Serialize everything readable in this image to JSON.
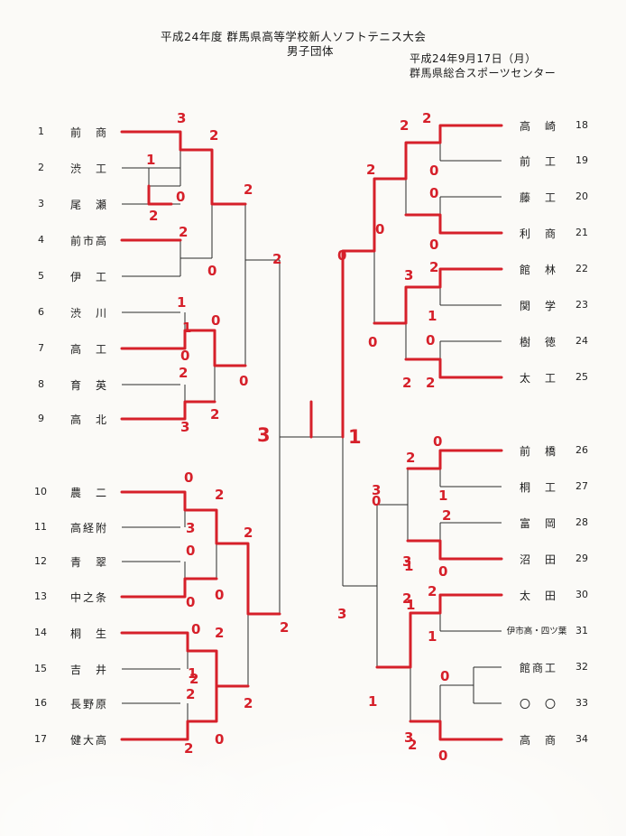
{
  "header": {
    "title_line1": "平成24年度 群馬県高等学校新人ソフトテニス大会",
    "title_line2": "男子団体",
    "date": "平成24年9月17日（月）",
    "venue": "群馬県総合スポーツセンター"
  },
  "teams_left": [
    {
      "no": "1",
      "name": "前　商"
    },
    {
      "no": "2",
      "name": "渋　工"
    },
    {
      "no": "3",
      "name": "尾　瀬"
    },
    {
      "no": "4",
      "name": "前市高"
    },
    {
      "no": "5",
      "name": "伊　工"
    },
    {
      "no": "6",
      "name": "渋　川"
    },
    {
      "no": "7",
      "name": "高　工"
    },
    {
      "no": "8",
      "name": "育　英"
    },
    {
      "no": "9",
      "name": "高　北"
    },
    {
      "no": "10",
      "name": "農　二"
    },
    {
      "no": "11",
      "name": "高経附"
    },
    {
      "no": "12",
      "name": "青　翠"
    },
    {
      "no": "13",
      "name": "中之条"
    },
    {
      "no": "14",
      "name": "桐　生"
    },
    {
      "no": "15",
      "name": "吉　井"
    },
    {
      "no": "16",
      "name": "長野原"
    },
    {
      "no": "17",
      "name": "健大高"
    }
  ],
  "teams_right": [
    {
      "no": "18",
      "name": "高　崎"
    },
    {
      "no": "19",
      "name": "前　工"
    },
    {
      "no": "20",
      "name": "藤　工"
    },
    {
      "no": "21",
      "name": "利　商"
    },
    {
      "no": "22",
      "name": "館　林"
    },
    {
      "no": "23",
      "name": "関　学"
    },
    {
      "no": "24",
      "name": "樹　徳"
    },
    {
      "no": "25",
      "name": "太　工"
    },
    {
      "no": "26",
      "name": "前　橋"
    },
    {
      "no": "27",
      "name": "桐　工"
    },
    {
      "no": "28",
      "name": "富　岡"
    },
    {
      "no": "29",
      "name": "沼　田"
    },
    {
      "no": "30",
      "name": "太　田"
    },
    {
      "no": "31",
      "name": "伊市高・四ツ葉"
    },
    {
      "no": "32",
      "name": "館商工"
    },
    {
      "no": "33",
      "name": "〇　〇"
    },
    {
      "no": "34",
      "name": "高　商"
    }
  ],
  "scores": [
    "3",
    "2",
    "2",
    "1",
    "0",
    "2",
    "2",
    "0",
    "2",
    "1",
    "0",
    "0",
    "2",
    "0",
    "3",
    "1",
    "2",
    "3",
    "2",
    "2",
    "2",
    "0",
    "0",
    "0",
    "0",
    "0",
    "3",
    "2",
    "1",
    "0",
    "0",
    "2",
    "2",
    "1",
    "0",
    "2",
    "3",
    "1",
    "2",
    "3",
    "0",
    "2",
    "2",
    "3",
    "1",
    "0",
    "1",
    "3",
    "0",
    "0",
    "2",
    "3",
    "2",
    "0",
    "0",
    "0",
    "0",
    "2",
    "1",
    "2",
    "2",
    "2",
    "0",
    "2",
    "0",
    "1",
    "1",
    "2",
    "2"
  ],
  "colors": {
    "ink": "#1a1a1a",
    "winner": "#d6202a",
    "paper": "#fbfaf7"
  }
}
